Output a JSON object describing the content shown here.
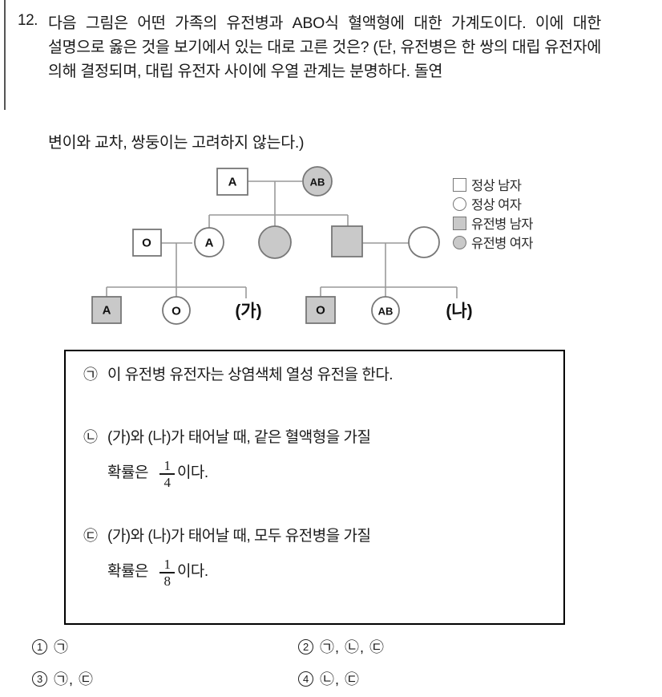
{
  "question": {
    "number": "12.",
    "text_line1": "다음 그림은 어떤 가족의 유전병과 ABO식 혈액형에 대한 가계도이다. 이에 대한 설명으로 옳은 것을 보기에서 있는 대로 고른 것은? (단, 유전병은 한 쌍의 대립 유전자에 의해 결정되며, 대립 유전자 사이에 우열 관계는 분명하다. 돌연",
    "text_line2": "변이와 교차, 쌍둥이는 고려하지 않는다.)"
  },
  "pedigree": {
    "generation1": [
      {
        "id": "I-1",
        "shape": "square",
        "affected": false,
        "label": "A",
        "sex": "male"
      },
      {
        "id": "I-2",
        "shape": "circle",
        "affected": true,
        "label": "AB",
        "sex": "female"
      }
    ],
    "generation2": [
      {
        "id": "II-1",
        "shape": "square",
        "affected": false,
        "label": "O",
        "sex": "male"
      },
      {
        "id": "II-2",
        "shape": "circle",
        "affected": false,
        "label": "A",
        "sex": "female"
      },
      {
        "id": "II-3",
        "shape": "circle",
        "affected": true,
        "label": "",
        "sex": "female"
      },
      {
        "id": "II-4",
        "shape": "square",
        "affected": true,
        "label": "",
        "sex": "male"
      },
      {
        "id": "II-5",
        "shape": "circle",
        "affected": false,
        "label": "",
        "sex": "female"
      }
    ],
    "generation3": [
      {
        "id": "III-1",
        "shape": "square",
        "affected": true,
        "label": "A",
        "sex": "male"
      },
      {
        "id": "III-2",
        "shape": "circle",
        "affected": false,
        "label": "O",
        "sex": "female"
      },
      {
        "id": "III-3",
        "shape": "text",
        "affected": false,
        "label": "(가)",
        "sex": "unknown"
      },
      {
        "id": "III-4",
        "shape": "square",
        "affected": true,
        "label": "O",
        "sex": "male"
      },
      {
        "id": "III-5",
        "shape": "circle",
        "affected": false,
        "label": "AB",
        "sex": "female"
      },
      {
        "id": "III-6",
        "shape": "text",
        "affected": false,
        "label": "(나)",
        "sex": "unknown"
      }
    ],
    "colors": {
      "affected_fill": "#c9c9c9",
      "unaffected_fill": "#ffffff",
      "stroke": "#777777",
      "line": "#999999"
    }
  },
  "legend": {
    "items": [
      {
        "icon": "square-open-icon",
        "label": "정상 남자"
      },
      {
        "icon": "circle-open-icon",
        "label": "정상 여자"
      },
      {
        "icon": "square-filled-icon",
        "label": "유전병 남자"
      },
      {
        "icon": "circle-filled-icon",
        "label": "유전병 여자"
      }
    ]
  },
  "statements": [
    {
      "marker": "㉠",
      "text": "이 유전병 유전자는 상염색체 열성 유전을 한다.",
      "has_probability": false
    },
    {
      "marker": "㉡",
      "text": "(가)와 (나)가 태어날 때, 같은 혈액형을 가질",
      "has_probability": true,
      "prob_prefix": "확률은",
      "numerator": "1",
      "denominator": "4",
      "prob_suffix": "이다."
    },
    {
      "marker": "㉢",
      "text": "(가)와 (나)가 태어날 때, 모두 유전병을 가질",
      "has_probability": true,
      "prob_prefix": "확률은",
      "numerator": "1",
      "denominator": "8",
      "prob_suffix": "이다."
    }
  ],
  "choices": [
    {
      "number": "1",
      "text": "㉠"
    },
    {
      "number": "2",
      "text": "㉠, ㉡, ㉢"
    },
    {
      "number": "3",
      "text": "㉠, ㉢"
    },
    {
      "number": "4",
      "text": "㉡, ㉢"
    }
  ]
}
